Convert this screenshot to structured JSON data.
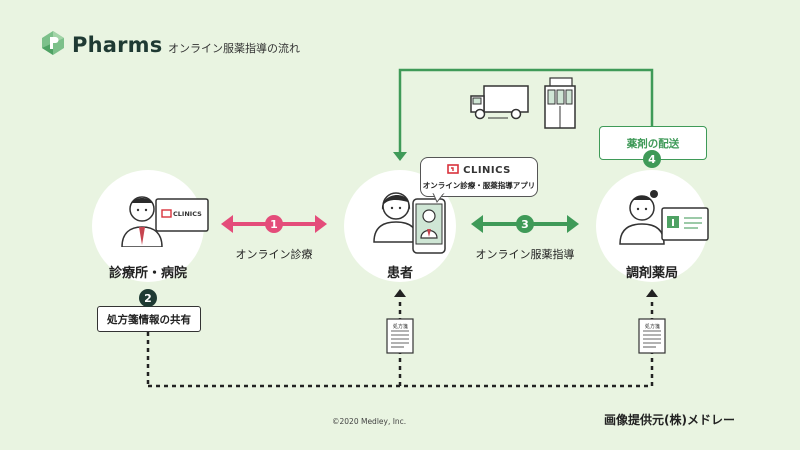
{
  "header": {
    "brand": "Pharms",
    "subtitle": "オンライン服薬指導の流れ"
  },
  "nodes": {
    "clinic": {
      "label": "診療所・病院",
      "monitor_brand": "CLINICS"
    },
    "patient": {
      "label": "患者"
    },
    "pharmacy": {
      "label": "調剤薬局"
    }
  },
  "steps": {
    "step1": {
      "number": "1",
      "label": "オンライン診療"
    },
    "step2": {
      "number": "2",
      "label": "処方箋情報の共有"
    },
    "step3": {
      "number": "3",
      "label": "オンライン服薬指導"
    },
    "step4": {
      "number": "4",
      "label": "薬剤の配送"
    }
  },
  "app_callout": {
    "brand": "CLINICS",
    "description": "オンライン診療・服薬指導アプリ"
  },
  "documents": {
    "label": "処方箋"
  },
  "footer": {
    "copyright": "©2020 Medley, Inc.",
    "credit": "画像提供元(株)メドレー"
  },
  "colors": {
    "background": "#e9f4e1",
    "pink_arrow": "#e44c7a",
    "green_arrow": "#3f9a58",
    "dark_dotted": "#222222",
    "logo_green": "#3f9a58"
  },
  "icons": [
    "pharms-logo-icon",
    "doctor-icon",
    "patient-icon",
    "pharmacist-icon",
    "smartphone-icon",
    "truck-icon",
    "medicine-bag-icon",
    "prescription-doc-icon",
    "clinics-logo-icon"
  ]
}
